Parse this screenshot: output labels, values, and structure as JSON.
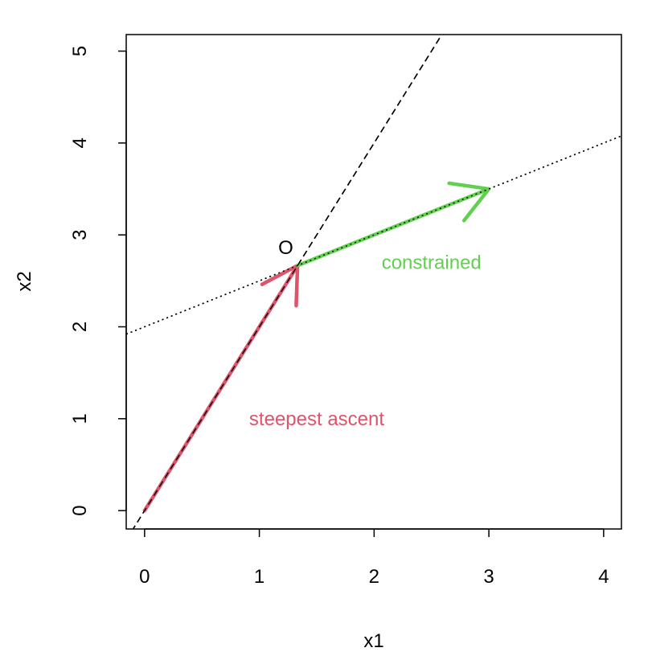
{
  "chart_data": {
    "type": "line",
    "title": "",
    "xlabel": "x1",
    "ylabel": "x2",
    "xlim": [
      -0.16,
      4.155
    ],
    "ylim": [
      -0.2,
      5.18
    ],
    "xticks": [
      0,
      1,
      2,
      3,
      4
    ],
    "yticks": [
      0,
      1,
      2,
      3,
      4,
      5
    ],
    "grid": false,
    "lines": [
      {
        "name": "steepest-direction-line",
        "style": "dashed",
        "intercept": 0,
        "slope": 2,
        "color": "#000000"
      },
      {
        "name": "constraint-line",
        "style": "dotted",
        "intercept": 2,
        "slope": 0.5,
        "color": "#000000"
      }
    ],
    "arrows": [
      {
        "name": "steepest-ascent-arrow",
        "from": [
          0,
          0
        ],
        "to": [
          1.333,
          2.667
        ],
        "color": "#DF536B"
      },
      {
        "name": "constrained-arrow",
        "from": [
          1.333,
          2.667
        ],
        "to": [
          3,
          3.5
        ],
        "color": "#61D04F"
      }
    ],
    "annotations": [
      {
        "name": "origin-label",
        "text": "O",
        "x": 1.23,
        "y": 2.86,
        "color": "#000000"
      },
      {
        "name": "constrained-label",
        "text": "constrained",
        "x": 2.5,
        "y": 2.7,
        "color": "#61D04F"
      },
      {
        "name": "steepest-ascent-label",
        "text": "steepest ascent",
        "x": 1.5,
        "y": 1.0,
        "color": "#DF536B"
      }
    ]
  }
}
